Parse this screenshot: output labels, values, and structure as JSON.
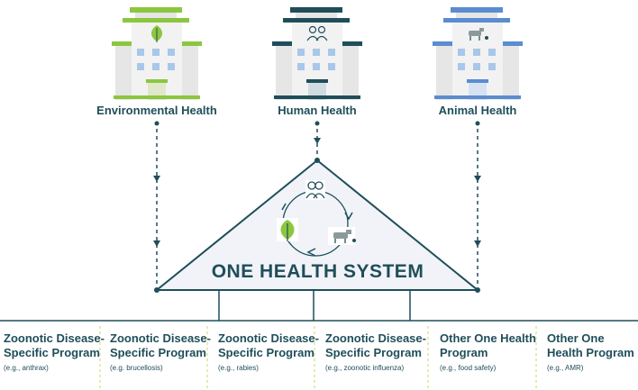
{
  "departments": [
    {
      "label": "Environmental Health",
      "icon": "leaf-icon",
      "color": "#8cc63f"
    },
    {
      "label": "Human Health",
      "icon": "people-icon",
      "color": "#1f4e5a"
    },
    {
      "label": "Animal Health",
      "icon": "goat-icon",
      "color": "#5b8ccf"
    }
  ],
  "system": {
    "title": "ONE HEALTH SYSTEM"
  },
  "programs": [
    {
      "title": "Zoonotic Disease-Specific Program",
      "example": "(e.g., anthrax)"
    },
    {
      "title": "Zoonotic Disease-Specific Program",
      "example": "(e.g. brucellosis)"
    },
    {
      "title": "Zoonotic Disease-Specific Program",
      "example": "(e.g., rabies)"
    },
    {
      "title": "Zoonotic Disease-Specific Program",
      "example": "(e.g., zoonotic influenza)"
    },
    {
      "title": "Other One Health Program",
      "example": "(e.g., food safety)"
    },
    {
      "title": "Other One Health Program",
      "example": "(e.g., AMR)"
    }
  ]
}
